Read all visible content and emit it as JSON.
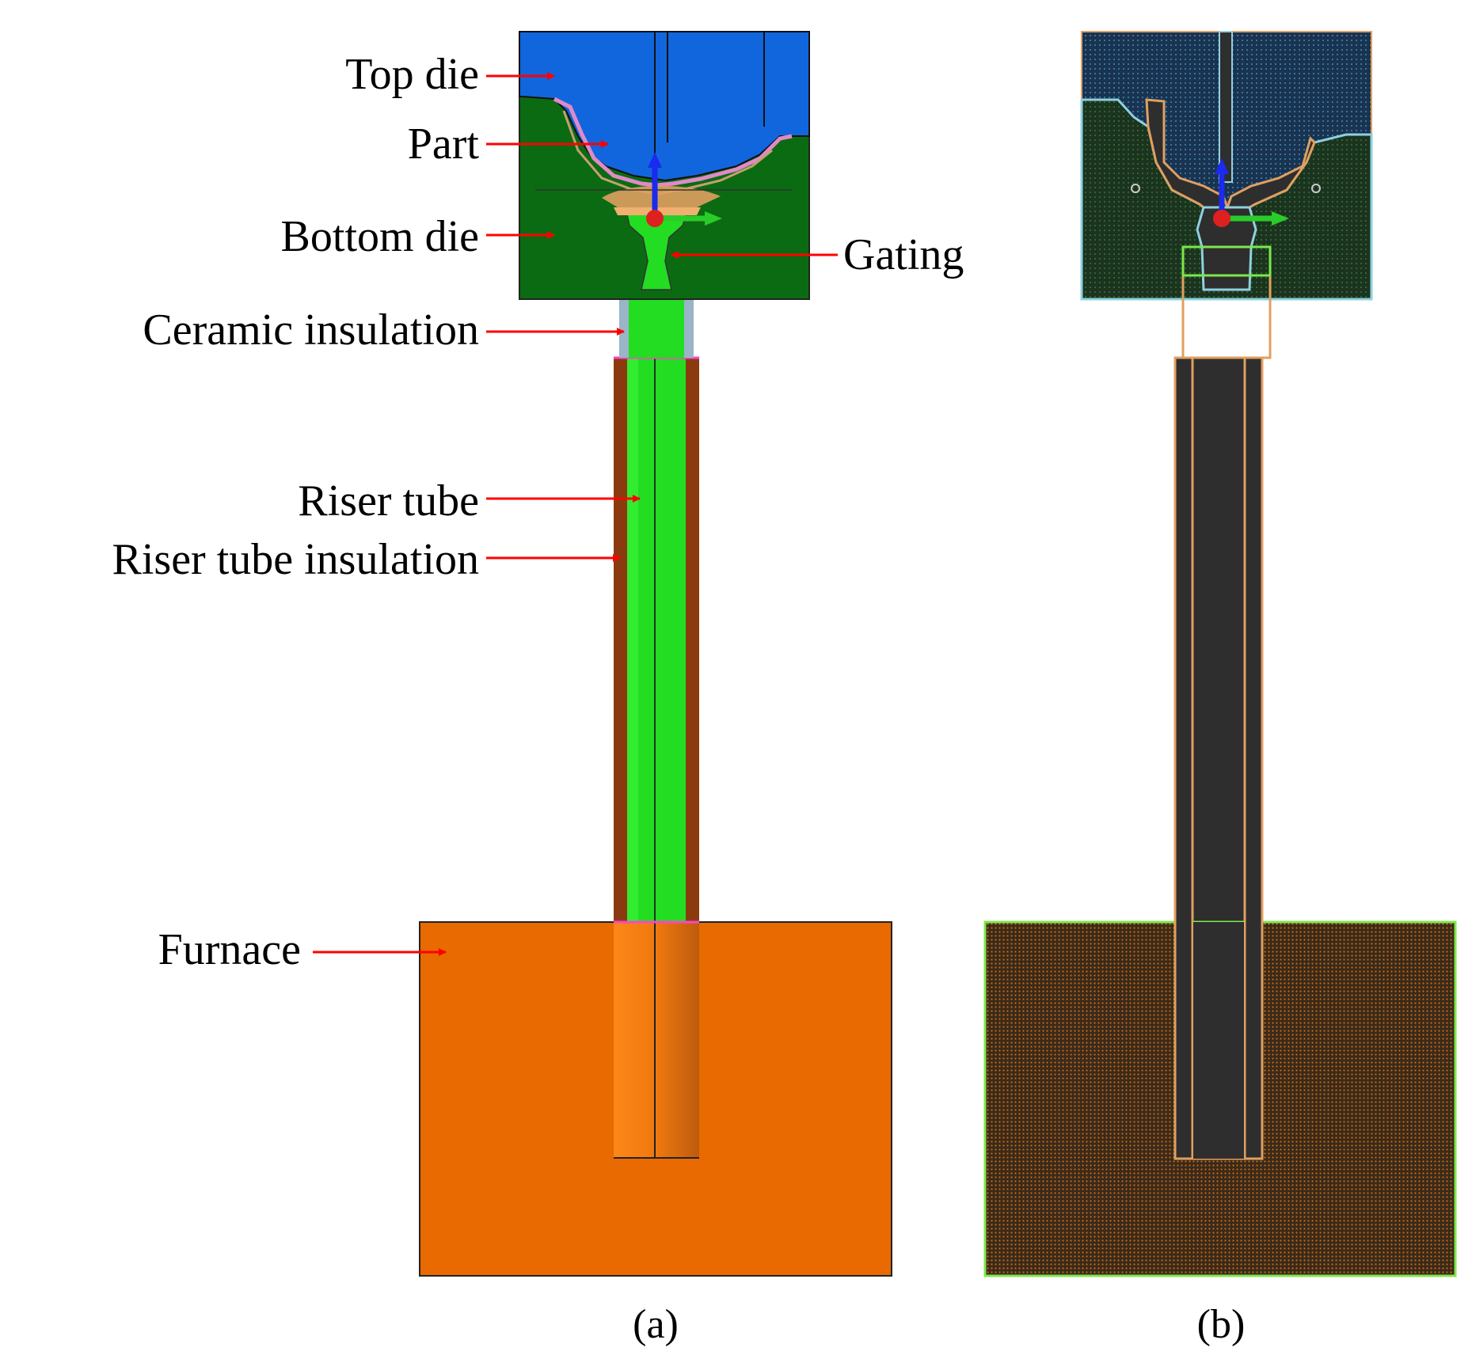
{
  "panel_a": {
    "caption": "(a)",
    "labels": {
      "top_die": "Top die",
      "part": "Part",
      "bottom_die": "Bottom die",
      "gating": "Gating",
      "ceramic_insulation": "Ceramic insulation",
      "riser_tube": "Riser tube",
      "riser_tube_insulation": "Riser tube insulation",
      "furnace": "Furnace"
    }
  },
  "panel_b": {
    "caption": "(b)"
  },
  "colors": {
    "top_die": "#1166dd",
    "bottom_die": "#0b6b12",
    "riser_tube": "#22dd22",
    "riser_insulation": "#8b3a10",
    "furnace": "#e86a00",
    "ceramic": "#9ab4c8",
    "arrow": "#ff0000",
    "mesh_dark": "#2e2e2e",
    "mesh_outline": "#e0a060",
    "furnace_outline": "#7de84a"
  }
}
